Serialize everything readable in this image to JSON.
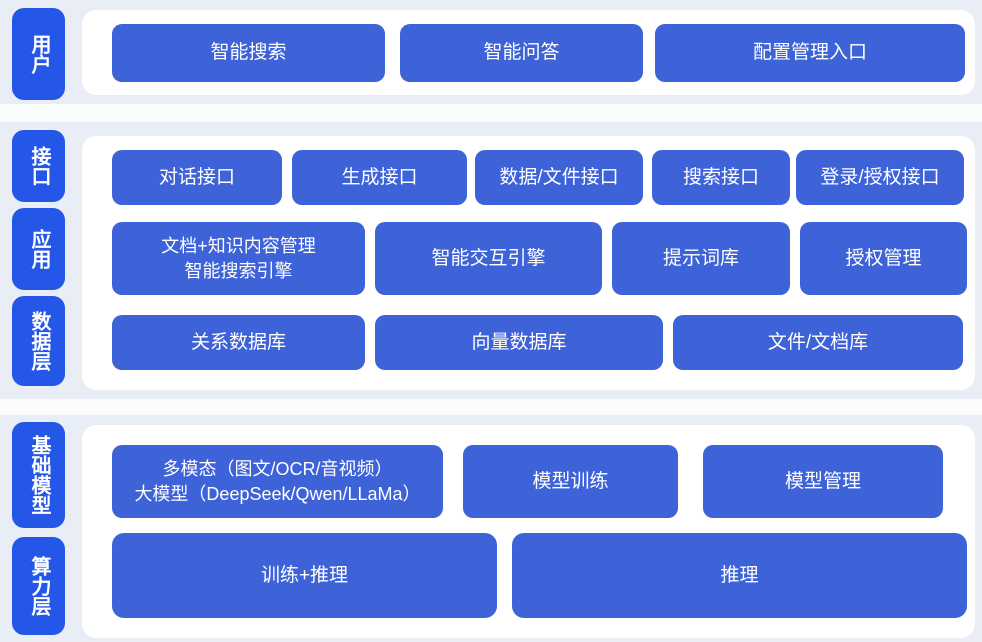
{
  "colors": {
    "band_background": "#e9eef6",
    "panel_background": "#ffffff",
    "layer_label_blue": "#2456e8",
    "node_blue": "#3e63d8",
    "text_white": "#ffffff"
  },
  "sections": [
    {
      "name": "user-layer",
      "labels": [
        {
          "text": "用户"
        }
      ],
      "rows": [
        {
          "buttons": [
            {
              "label": "智能搜索"
            },
            {
              "label": "智能问答"
            },
            {
              "label": "配置管理入口"
            }
          ]
        }
      ]
    },
    {
      "name": "interface-application-data-layer",
      "labels": [
        {
          "text": "接口"
        },
        {
          "text": "应用"
        },
        {
          "text": "数据层"
        }
      ],
      "rows": [
        {
          "buttons": [
            {
              "label": "对话接口"
            },
            {
              "label": "生成接口"
            },
            {
              "label": "数据/文件接口"
            },
            {
              "label": "搜索接口"
            },
            {
              "label": "登录/授权接口"
            }
          ]
        },
        {
          "buttons": [
            {
              "label": "文档+知识内容管理",
              "label2": "智能搜索引擎"
            },
            {
              "label": "智能交互引擎"
            },
            {
              "label": "提示词库"
            },
            {
              "label": "授权管理"
            }
          ]
        },
        {
          "buttons": [
            {
              "label": "关系数据库"
            },
            {
              "label": "向量数据库"
            },
            {
              "label": "文件/文档库"
            }
          ]
        }
      ]
    },
    {
      "name": "foundation-model-compute-layer",
      "labels": [
        {
          "text": "基础模型"
        },
        {
          "text": "算力层"
        }
      ],
      "rows": [
        {
          "buttons": [
            {
              "label": "多模态（图文/OCR/音视频）",
              "label2": "大模型（DeepSeek/Qwen/LLaMa）"
            },
            {
              "label": "模型训练"
            },
            {
              "label": "模型管理"
            }
          ]
        },
        {
          "buttons": [
            {
              "label": "训练+推理"
            },
            {
              "label": "推理"
            }
          ]
        }
      ]
    }
  ]
}
